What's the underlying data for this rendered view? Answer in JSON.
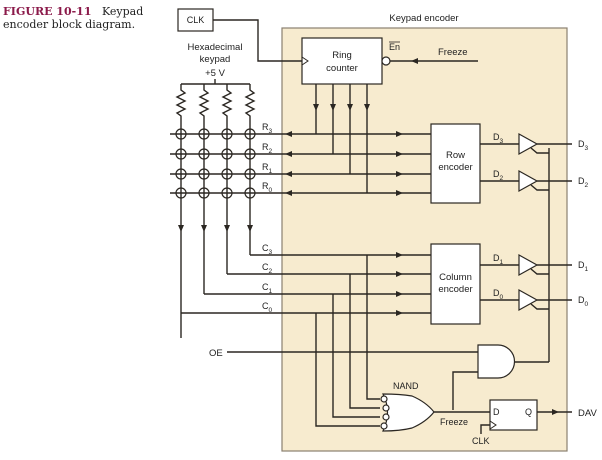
{
  "caption": {
    "figure_number": "FIGURE 10-11",
    "text": "Keypad encoder block diagram."
  },
  "diagram": {
    "clk_box_label": "CLK",
    "keypad_title_line1": "Hexadecimal",
    "keypad_title_line2": "keypad",
    "supply_label": "+5 V",
    "encoder_title": "Keypad encoder",
    "ring_counter_line1": "Ring",
    "ring_counter_line2": "counter",
    "enable_label": "En",
    "freeze_input_label": "Freeze",
    "row_labels": [
      {
        "main": "R",
        "sub": "3"
      },
      {
        "main": "R",
        "sub": "2"
      },
      {
        "main": "R",
        "sub": "1"
      },
      {
        "main": "R",
        "sub": "0"
      }
    ],
    "column_labels": [
      {
        "main": "C",
        "sub": "3"
      },
      {
        "main": "C",
        "sub": "2"
      },
      {
        "main": "C",
        "sub": "1"
      },
      {
        "main": "C",
        "sub": "0"
      }
    ],
    "row_encoder_line1": "Row",
    "row_encoder_line2": "encoder",
    "column_encoder_line1": "Column",
    "column_encoder_line2": "encoder",
    "data_lines": [
      {
        "main": "D",
        "sub": "3"
      },
      {
        "main": "D",
        "sub": "2"
      },
      {
        "main": "D",
        "sub": "1"
      },
      {
        "main": "D",
        "sub": "0"
      }
    ],
    "oe_label": "OE",
    "nand_label": "NAND",
    "freeze_output_label": "Freeze",
    "ff_d_label": "D",
    "ff_q_label": "Q",
    "ff_clk_label": "CLK",
    "dav_label": "DAV"
  }
}
